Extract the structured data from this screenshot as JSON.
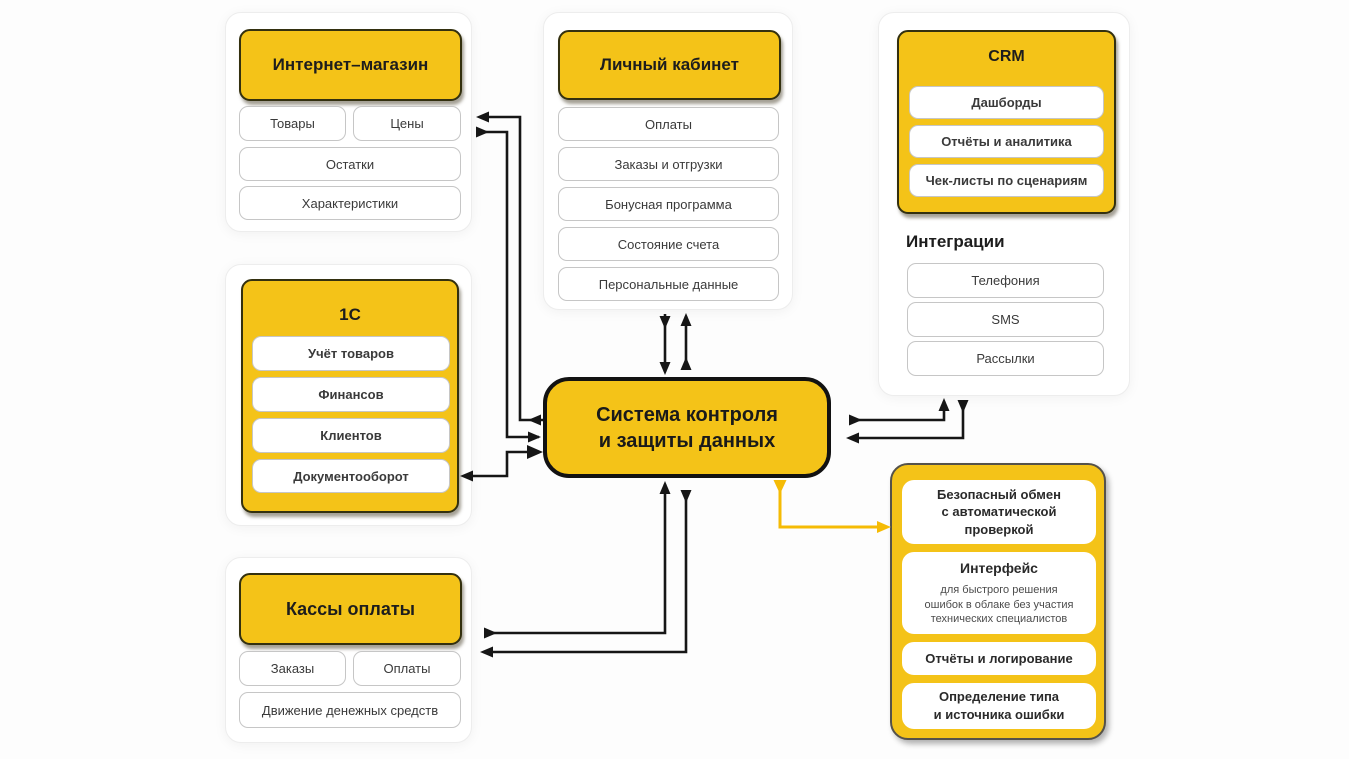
{
  "colors": {
    "yellow": "#F4C318",
    "dark_text": "#1D1D1D",
    "arrow_black": "#161616",
    "arrow_yellow": "#F5BB05"
  },
  "internet_shop": {
    "title": "Интернет–магазин",
    "items": [
      "Товары",
      "Цены",
      "Остатки",
      "Характеристики"
    ]
  },
  "personal_account": {
    "title": "Личный кабинет",
    "items": [
      "Оплаты",
      "Заказы и отгрузки",
      "Бонусная программа",
      "Состояние счета",
      "Персональные данные"
    ]
  },
  "crm": {
    "title": "CRM",
    "items": [
      "Дашборды",
      "Отчёты и аналитика",
      "Чек-листы по сценариям"
    ],
    "integrations_title": "Интеграции",
    "integrations": [
      "Телефония",
      "SMS",
      "Рассылки"
    ]
  },
  "one_c": {
    "title": "1С",
    "items": [
      "Учёт товаров",
      "Финансов",
      "Клиентов",
      "Документооборот"
    ]
  },
  "center": {
    "title": "Система контроля\nи защиты данных"
  },
  "cash_desks": {
    "title": "Кассы оплаты",
    "items": [
      "Заказы",
      "Оплаты",
      "Движение денежных средств"
    ]
  },
  "features": {
    "cards": [
      {
        "title": "Безопасный обмен\nс автоматической\nпроверкой",
        "subtitle": ""
      },
      {
        "title": "Интерфейс",
        "subtitle": "для быстрого решения\nошибок в облаке без участия\nтехнических специалистов"
      },
      {
        "title": "Отчёты и логирование",
        "subtitle": ""
      },
      {
        "title": "Определение типа\nи источника ошибки",
        "subtitle": ""
      }
    ]
  }
}
